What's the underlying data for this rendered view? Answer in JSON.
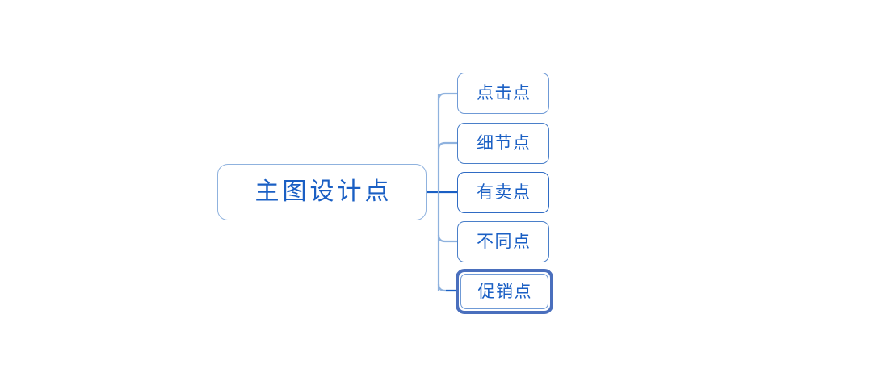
{
  "diagram": {
    "type": "mind-map",
    "orientation": "left-to-right",
    "background_color": "#ffffff",
    "root": {
      "label": "主图设计点",
      "text_color": "#1a5fc4",
      "border_color": "#8fb2de"
    },
    "children": [
      {
        "label": "点击点",
        "selected": false,
        "border_color": "#6f9ad6"
      },
      {
        "label": "细节点",
        "selected": false,
        "border_color": "#4a7fc9"
      },
      {
        "label": "有卖点",
        "selected": false,
        "border_color": "#2f6bc4"
      },
      {
        "label": "不同点",
        "selected": false,
        "border_color": "#4a7fc9"
      },
      {
        "label": "促销点",
        "selected": true,
        "border_color": "#4a6fbd"
      }
    ],
    "connector": {
      "spine_color": "#8fb2de",
      "highlight_color": "#1a5fc4",
      "style": "orthogonal-rounded"
    }
  }
}
